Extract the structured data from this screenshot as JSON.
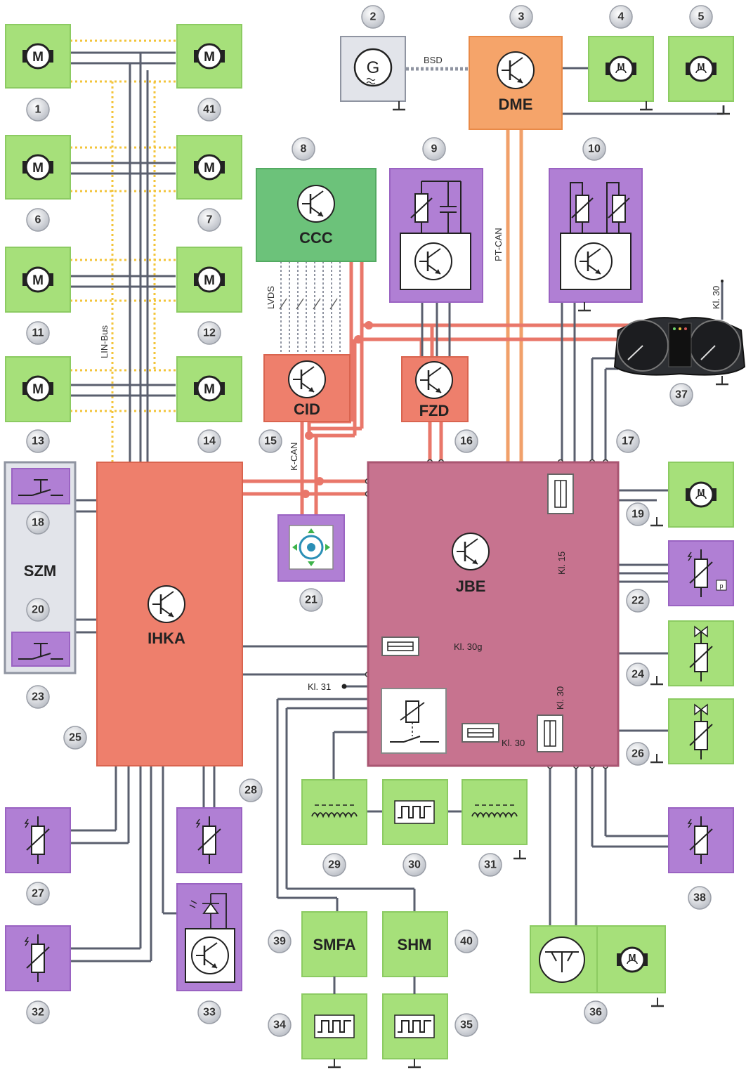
{
  "colors": {
    "green": "#a6e07a",
    "green_border": "#8ccb62",
    "purple": "#b07fd4",
    "purple_border": "#9a63c2",
    "orange": "#f5a46a",
    "salmon": "#ee7f6c",
    "salmon_border": "#d9644f",
    "jbe": "#c7738f",
    "jbe_border": "#a95672",
    "ccc_green": "#6cc27a",
    "grey": "#e2e4ea",
    "wire_grey": "#5a5f6e",
    "kcan_red": "#e9776a",
    "ptcan_orange": "#f1a06a",
    "lin_yellow": "#f3c43a"
  },
  "modules": {
    "dme": "DME",
    "ccc": "CCC",
    "cid": "CID",
    "fzd": "FZD",
    "ihka": "IHKA",
    "jbe": "JBE",
    "szm": "SZM",
    "smfa": "SMFA",
    "shm": "SHM",
    "generator": "G"
  },
  "buses": {
    "bsd": "BSD",
    "pt_can": "PT-CAN",
    "k_can": "K-CAN",
    "lvds": "LVDS",
    "lin_bus": "LIN-Bus"
  },
  "terminals": {
    "kl30_top": "Kl. 30",
    "kl15": "Kl. 15",
    "kl30g": "Kl. 30g",
    "kl31": "Kl. 31",
    "kl30_relay": "Kl. 30",
    "kl30_fuse": "Kl. 30"
  },
  "icons": {
    "motor": "motor-icon",
    "transistor": "transistor-icon",
    "generator": "generator-icon",
    "sensor": "sensor-icon",
    "switch": "switch-icon",
    "fuse": "fuse-icon",
    "relay": "relay-icon",
    "coil": "coil-icon",
    "pulse": "pulse-icon",
    "valve": "valve-icon",
    "controller": "controller-icon",
    "instrument_cluster": "instrument-cluster-icon"
  },
  "numbers": {
    "n1": "1",
    "n2": "2",
    "n3": "3",
    "n4": "4",
    "n5": "5",
    "n6": "6",
    "n7": "7",
    "n8": "8",
    "n9": "9",
    "n10": "10",
    "n11": "11",
    "n12": "12",
    "n13": "13",
    "n14": "14",
    "n15": "15",
    "n16": "16",
    "n17": "17",
    "n18": "18",
    "n19": "19",
    "n20": "20",
    "n21": "21",
    "n22": "22",
    "n23": "23",
    "n24": "24",
    "n25": "25",
    "n26": "26",
    "n27": "27",
    "n28": "28",
    "n29": "29",
    "n30": "30",
    "n31": "31",
    "n32": "32",
    "n33": "33",
    "n34": "34",
    "n35": "35",
    "n36": "36",
    "n37": "37",
    "n38": "38",
    "n39": "39",
    "n40": "40",
    "n41": "41"
  }
}
